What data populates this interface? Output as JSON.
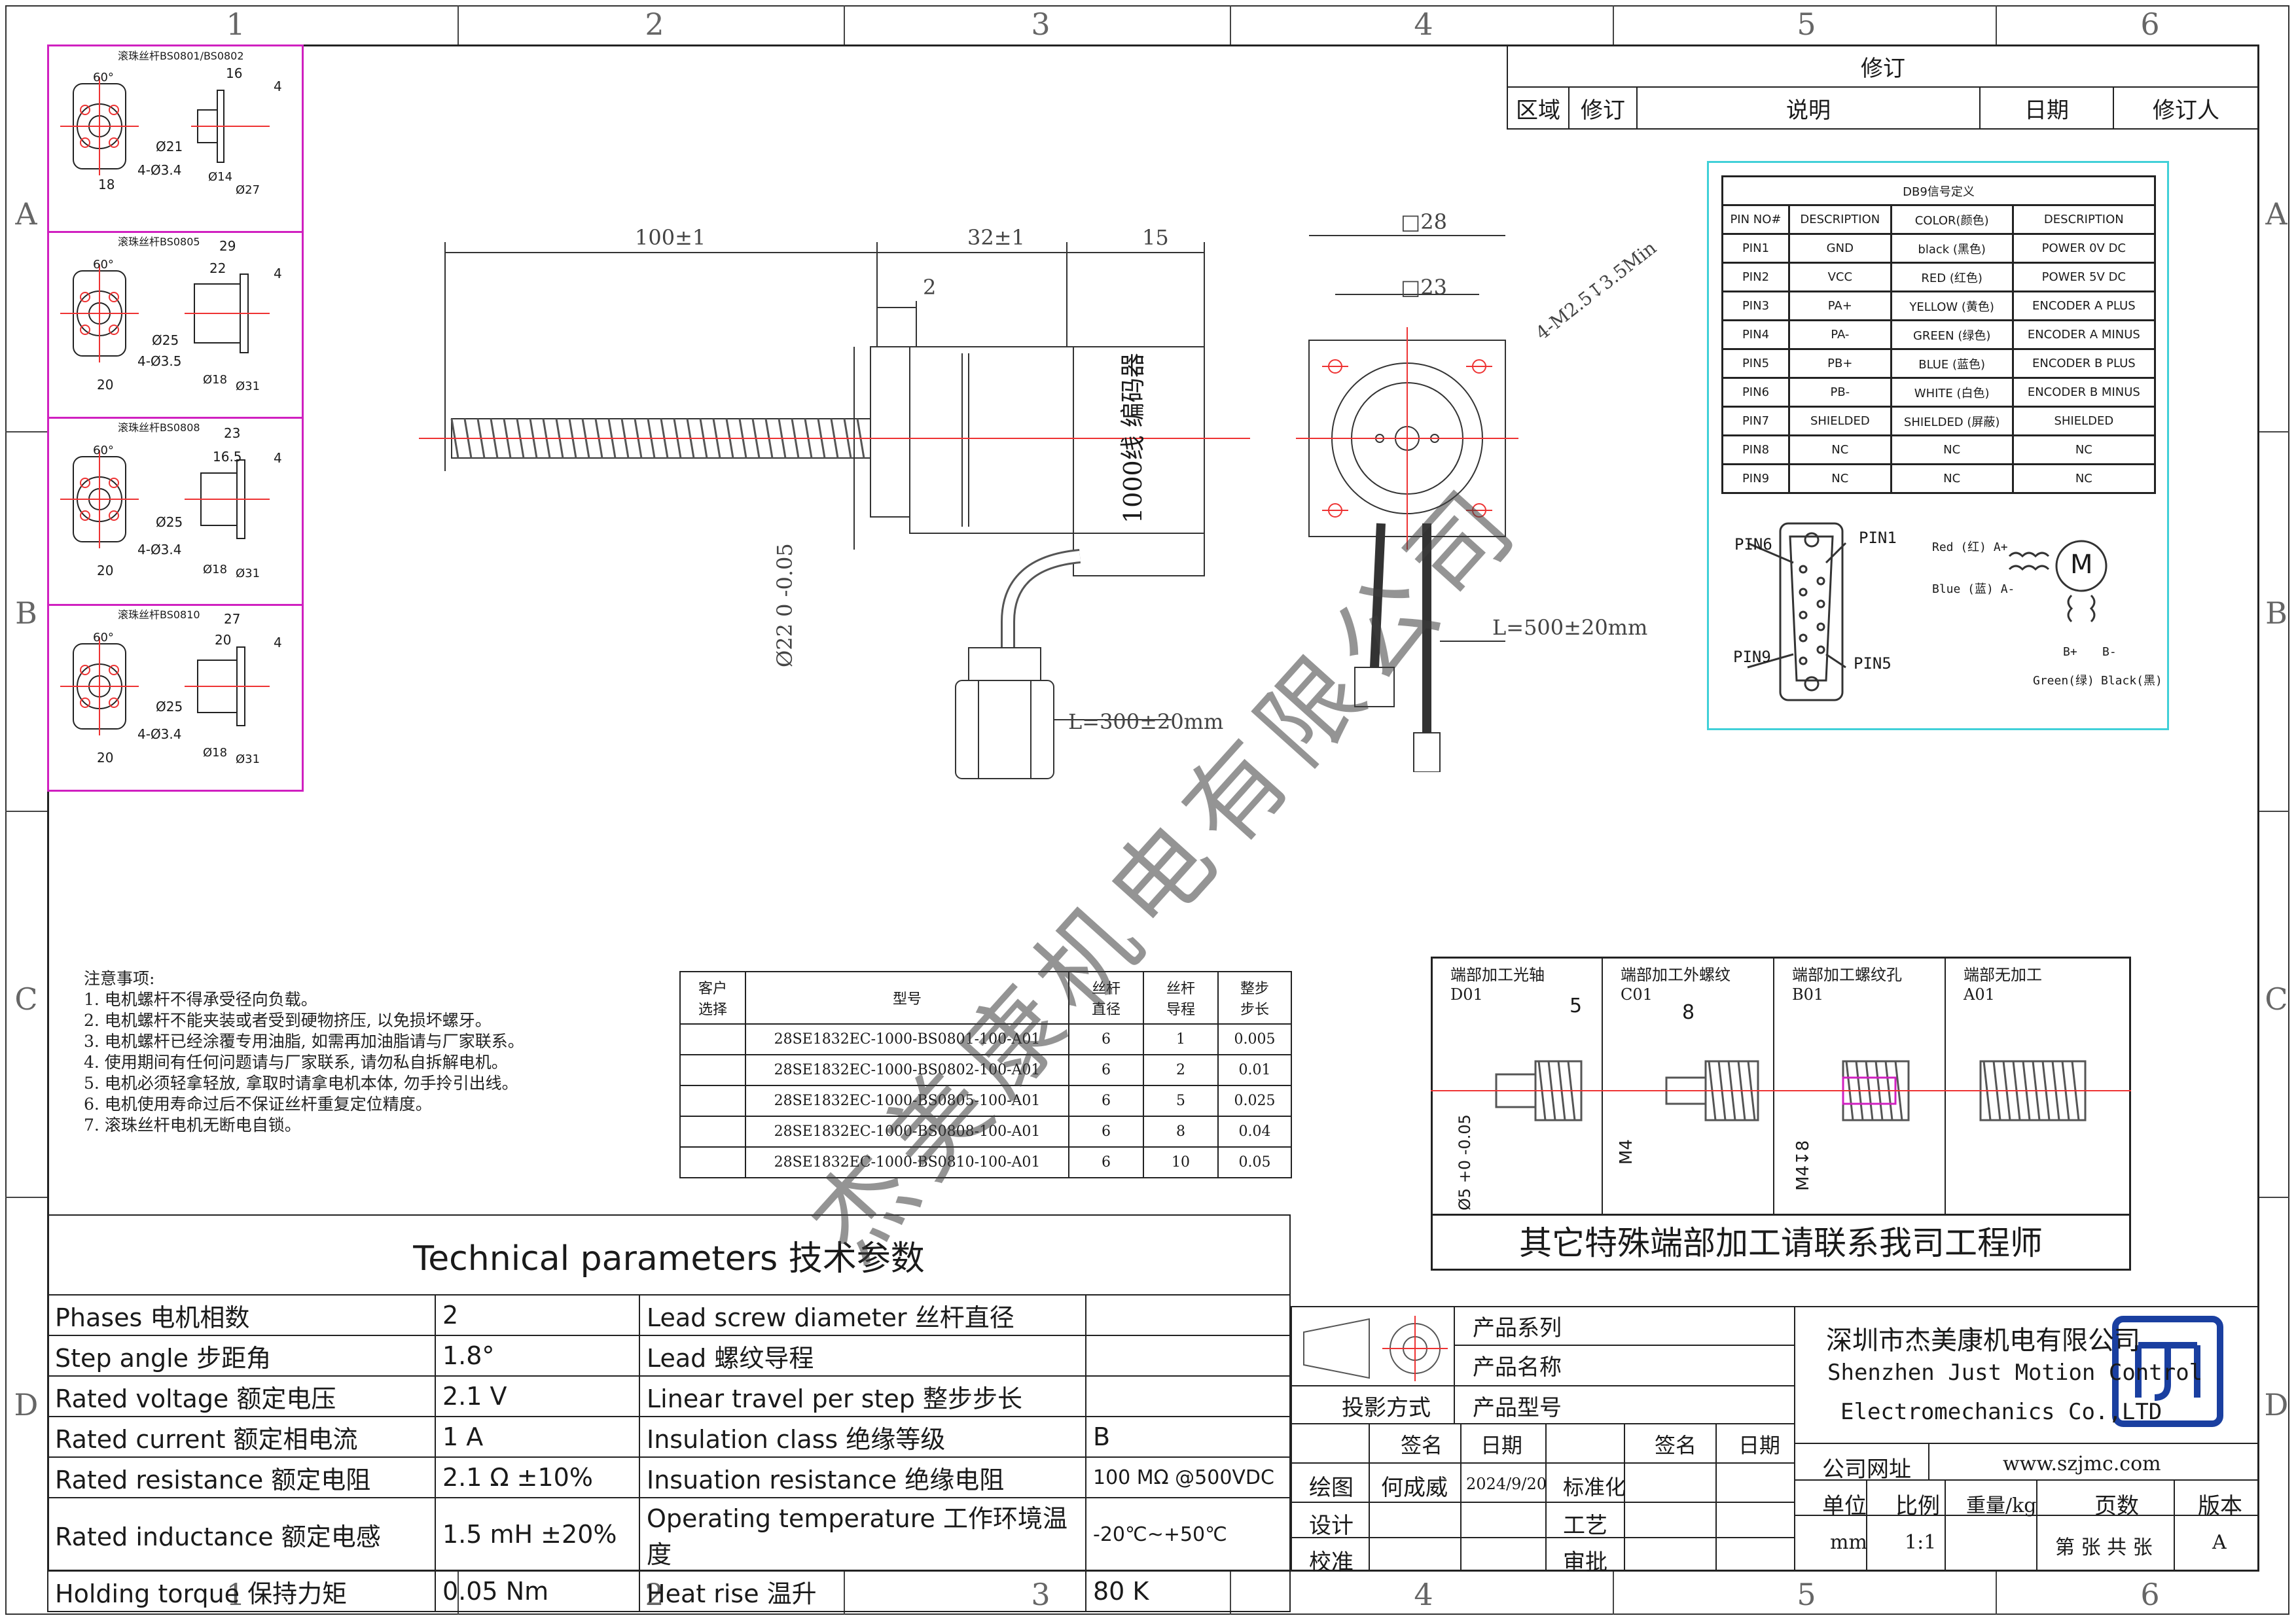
{
  "zones": {
    "cols": [
      "1",
      "2",
      "3",
      "4",
      "5",
      "6"
    ],
    "rows": [
      "A",
      "B",
      "C",
      "D"
    ]
  },
  "revision": {
    "title": "修订",
    "headers": [
      "区域",
      "修订",
      "说明",
      "日期",
      "修订人"
    ]
  },
  "nuts": [
    {
      "title": "滚珠丝杆BS0801/BS0802",
      "angle": "60°",
      "dims": [
        "16",
        "4",
        "18",
        "Ø21",
        "4-Ø3.4",
        "Ø14",
        "Ø27"
      ]
    },
    {
      "title": "滚珠丝杆BS0805",
      "angle": "60°",
      "dims": [
        "29",
        "22",
        "4",
        "20",
        "Ø25",
        "4-Ø3.5",
        "Ø18",
        "Ø31"
      ]
    },
    {
      "title": "滚珠丝杆BS0808",
      "angle": "60°",
      "dims": [
        "23",
        "16.5",
        "4",
        "20",
        "Ø25",
        "4-Ø3.4",
        "Ø18",
        "Ø31"
      ]
    },
    {
      "title": "滚珠丝杆BS0810",
      "angle": "60°",
      "dims": [
        "27",
        "20",
        "4",
        "20",
        "Ø25",
        "4-Ø3.4",
        "Ø18",
        "Ø31"
      ]
    }
  ],
  "main_dims": {
    "screw": "100±1",
    "body": "32±1",
    "enc": "15",
    "step": "2",
    "shaft": "Ø22 0 -0.05",
    "enc_label": "1000线 编码器",
    "cable1": "L=300±20mm",
    "cable2": "L=500±20mm",
    "flange": "□28",
    "hole": "□23",
    "thread": "4-M2.5↧3.5Min"
  },
  "db9": {
    "title": "DB9信号定义",
    "headers": [
      "PIN NO#",
      "DESCRIPTION",
      "COLOR(颜色)",
      "DESCRIPTION"
    ],
    "rows": [
      [
        "PIN1",
        "GND",
        "black (黑色)",
        "POWER 0V DC"
      ],
      [
        "PIN2",
        "VCC",
        "RED (红色)",
        "POWER 5V DC"
      ],
      [
        "PIN3",
        "PA+",
        "YELLOW (黄色)",
        "ENCODER A PLUS"
      ],
      [
        "PIN4",
        "PA-",
        "GREEN (绿色)",
        "ENCODER A MINUS"
      ],
      [
        "PIN5",
        "PB+",
        "BLUE (蓝色)",
        "ENCODER B PLUS"
      ],
      [
        "PIN6",
        "PB-",
        "WHITE (白色)",
        "ENCODER B MINUS"
      ],
      [
        "PIN7",
        "SHIELDED",
        "SHIELDED (屏蔽)",
        "SHIELDED"
      ],
      [
        "PIN8",
        "NC",
        "NC",
        "NC"
      ],
      [
        "PIN9",
        "NC",
        "NC",
        "NC"
      ]
    ],
    "connector": {
      "pin6": "PIN6",
      "pin1": "PIN1",
      "pin9": "PIN9",
      "pin5": "PIN5"
    },
    "motor": {
      "m": "M",
      "a_plus": "Red (红) A+",
      "a_minus": "Blue (蓝) A-",
      "b_plus": "B+",
      "b_minus": "B-",
      "green": "Green(绿)",
      "black": "Black(黑)"
    }
  },
  "notes": {
    "title": "注意事项:",
    "items": [
      "1. 电机螺杆不得承受径向负载。",
      "2. 电机螺杆不能夹装或者受到硬物挤压, 以免损坏螺牙。",
      "3. 电机螺杆已经涂覆专用油脂, 如需再加油脂请与厂家联系。",
      "4. 使用期间有任何问题请与厂家联系, 请勿私自拆解电机。",
      "5. 电机必须轻拿轻放, 拿取时请拿电机本体, 勿手拎引出线。",
      "6. 电机使用寿命过后不保证丝杆重复定位精度。",
      "7. 滚珠丝杆电机无断电自锁。"
    ]
  },
  "model_table": {
    "headers": [
      "客户\n选择",
      "型号",
      "丝杆\n直径",
      "丝杆\n导程",
      "整步\n步长"
    ],
    "rows": [
      [
        "",
        "28SE1832EC-1000-BS0801-100-A01",
        "6",
        "1",
        "0.005"
      ],
      [
        "",
        "28SE1832EC-1000-BS0802-100-A01",
        "6",
        "2",
        "0.01"
      ],
      [
        "",
        "28SE1832EC-1000-BS0805-100-A01",
        "6",
        "5",
        "0.025"
      ],
      [
        "",
        "28SE1832EC-1000-BS0808-100-A01",
        "6",
        "8",
        "0.04"
      ],
      [
        "",
        "28SE1832EC-1000-BS0810-100-A01",
        "6",
        "10",
        "0.05"
      ]
    ]
  },
  "ends": {
    "items": [
      {
        "title": "端部加工光轴",
        "code": "D01",
        "dim": "5",
        "dim2": "Ø5 +0 -0.05"
      },
      {
        "title": "端部加工外螺纹",
        "code": "C01",
        "dim": "8",
        "dim2": "M4"
      },
      {
        "title": "端部加工螺纹孔",
        "code": "B01",
        "dim": "",
        "dim2": "M4↧8"
      },
      {
        "title": "端部无加工",
        "code": "A01",
        "dim": "",
        "dim2": ""
      }
    ],
    "footer": "其它特殊端部加工请联系我司工程师"
  },
  "tech": {
    "title": "Technical parameters 技术参数",
    "rows": [
      [
        "Phases 电机相数",
        "2",
        "Lead screw diameter 丝杆直径",
        ""
      ],
      [
        "Step angle 步距角",
        "1.8°",
        "Lead 螺纹导程",
        ""
      ],
      [
        "Rated voltage 额定电压",
        "2.1 V",
        "Linear travel per step 整步步长",
        ""
      ],
      [
        "Rated current 额定相电流",
        "1 A",
        "Insulation class 绝缘等级",
        "B"
      ],
      [
        "Rated resistance 额定电阻",
        "2.1 Ω  ±10%",
        "Insuation resistance 绝缘电阻",
        "100 MΩ @500VDC"
      ],
      [
        "Rated inductance 额定电感",
        "1.5 mH ±20%",
        "Operating temperature 工作环境温度",
        "-20℃~+50℃"
      ],
      [
        "Holding torque 保持力矩",
        "0.05 Nm",
        "Heat rise 温升",
        "80 K"
      ]
    ]
  },
  "title_block": {
    "product_series": "产品系列",
    "product_name": "产品名称",
    "product_model": "产品型号",
    "projection": "投影方式",
    "sign": "签名",
    "date": "日期",
    "draw": "绘图",
    "drawer": "何成威",
    "draw_date": "2024/9/20",
    "standard": "标准化",
    "design": "设计",
    "craft": "工艺",
    "check": "校准",
    "approve": "审批",
    "company_cn": "深圳市杰美康机电有限公司",
    "company_en1": "Shenzhen Just Motion Control",
    "company_en2": "Electromechanics Co.,LTD",
    "website_label": "公司网址",
    "website": "www.szjmc.com",
    "unit": "单位",
    "scale": "比例",
    "weight": "重量/kg",
    "pages": "页数",
    "version": "版本",
    "unit_v": "mm",
    "scale_v": "1:1",
    "weight_v": "",
    "pages_v": "第 张 共 张",
    "version_v": "A"
  },
  "watermark": "杰美康机电有限公司"
}
